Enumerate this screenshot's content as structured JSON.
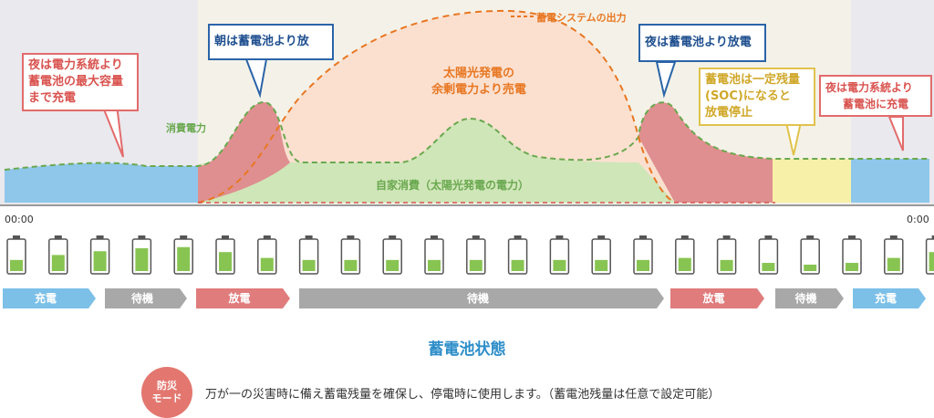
{
  "callouts": {
    "night_charge_left": [
      "夜は電力系統より",
      "蓄電池の最大容量",
      "まで充電"
    ],
    "morning_discharge": "朝は蓄電池より放",
    "night_discharge": "夜は蓄電池より放電",
    "soc_stop": [
      "蓄電池は一定残量",
      "(SOC)になると",
      "放電停止"
    ],
    "night_charge_right": [
      "夜は電力系統より",
      "蓄電池に充電"
    ]
  },
  "labels": {
    "storage_output": "蓄電システムの出力",
    "consumption": "消費電力",
    "solar_surplus": [
      "太陽光発電の",
      "余剰電力より売電"
    ],
    "self_consumption": "自家消費（太陽光発電の電力）"
  },
  "time": {
    "start": "00:00",
    "end": "0:00"
  },
  "battery_levels": [
    0.38,
    0.55,
    0.68,
    0.78,
    0.82,
    0.65,
    0.45,
    0.38,
    0.38,
    0.38,
    0.38,
    0.38,
    0.38,
    0.38,
    0.38,
    0.38,
    0.45,
    0.38,
    0.28,
    0.22,
    0.28,
    0.45,
    0.65
  ],
  "states": [
    {
      "label": "充電",
      "kind": "charge"
    },
    {
      "label": "待機",
      "kind": "standby"
    },
    {
      "label": "放電",
      "kind": "discharge"
    },
    {
      "label": "待機",
      "kind": "standby"
    },
    {
      "label": "放電",
      "kind": "discharge"
    },
    {
      "label": "待機",
      "kind": "standby"
    },
    {
      "label": "充電",
      "kind": "charge"
    }
  ],
  "colors": {
    "charge": "#7cc0e8",
    "standby": "#a8a8a8",
    "discharge": "#e07c7c",
    "battery_fill": "#88c452",
    "grid_blue": "#8ec7ea",
    "solar_green": "#cfe6b8",
    "discharge_red": "#df8f8f",
    "surplus_peach": "#fbe0d0",
    "soc_yellow": "#f7f0a8",
    "output_orange": "#e87722"
  },
  "section_title": "蓄電池状態",
  "mode": {
    "badge": [
      "防災",
      "モード"
    ],
    "description": "万が一の災害時に備え蓄電残量を確保し、停電時に使用します。（蓄電池残量は任意で設定可能）"
  }
}
